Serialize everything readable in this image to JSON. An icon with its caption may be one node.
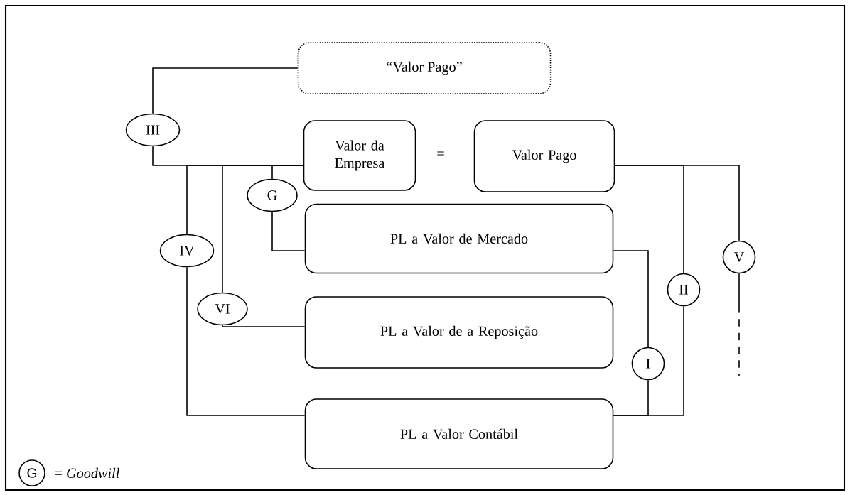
{
  "diagram": {
    "nodes": [
      {
        "text": [
          "“Valor Pago”"
        ]
      },
      {
        "text": [
          "Valor da Empresa"
        ]
      },
      {
        "text": [
          "Valor Pago"
        ]
      },
      {
        "text": [
          "PL a Valor de Mercado"
        ]
      },
      {
        "text": [
          "PL a Valor de a Reposição"
        ]
      },
      {
        "text": [
          "PL a Valor Contábil"
        ]
      },
      {
        "text": [
          "III"
        ]
      },
      {
        "text": [
          "G"
        ]
      },
      {
        "text": [
          "IV"
        ]
      },
      {
        "text": [
          "VI"
        ]
      },
      {
        "text": [
          "V"
        ]
      },
      {
        "text": [
          "II"
        ]
      },
      {
        "text": [
          "I"
        ]
      },
      {
        "text": [
          "G"
        ],
        "beside": [
          "= *Goodwill*"
        ]
      }
    ],
    "edges": [
      {
        "from": 0,
        "to": 6,
        "arrow": "none"
      },
      {
        "from": 6,
        "to": 1,
        "arrow": "none"
      },
      {
        "from": 7,
        "to": 1,
        "arrow": "none"
      },
      {
        "from": 7,
        "to": 3,
        "arrow": "none"
      },
      {
        "from": 8,
        "to": 1,
        "arrow": "none"
      },
      {
        "from": 8,
        "to": 5,
        "arrow": "none"
      },
      {
        "from": 9,
        "to": 1,
        "arrow": "none"
      },
      {
        "from": 9,
        "to": 4,
        "arrow": "none"
      },
      {
        "from": 2,
        "to": 10,
        "arrow": "none"
      },
      {
        "from": 10,
        "to": null,
        "arrow": "none",
        "style": "dashed"
      },
      {
        "from": 2,
        "to": 11,
        "arrow": "none"
      },
      {
        "from": 11,
        "to": 5,
        "arrow": "none"
      },
      {
        "from": 3,
        "to": 12,
        "arrow": "none"
      },
      {
        "from": 12,
        "to": 5,
        "arrow": "none"
      }
    ],
    "labels": [
      "="
    ]
  }
}
